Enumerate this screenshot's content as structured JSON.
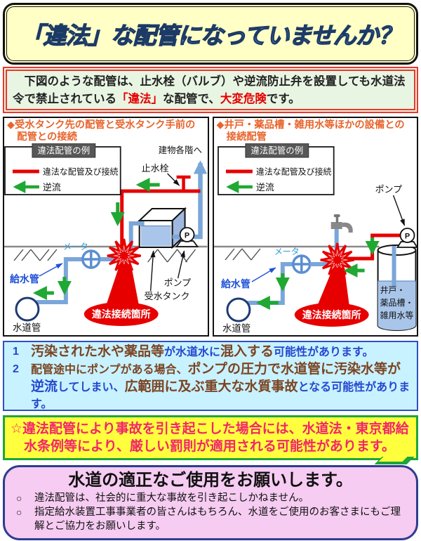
{
  "banner": {
    "title": "「違法」な配管になっていませんか？"
  },
  "alert": {
    "pre": "　下図のような配管は、止水栓（バルブ）や逆流防止弁を設置しても水道法令で禁止されている",
    "illegal": "「違法」",
    "mid": "な配管で、",
    "danger": "大変危険",
    "post": "です。"
  },
  "panels": {
    "left": {
      "heading_line1": "◆受水タンク先の配管と受水タンク手前の",
      "heading_line2": "配管との接続",
      "legend": {
        "title": "違法配管の例",
        "illegal_pipe": "違法な配管及び接続",
        "backflow": "逆流"
      },
      "labels": {
        "to_building": "建物各階へ",
        "stop_valve": "止水栓",
        "meter": "メータ",
        "supply_pipe": "給水管",
        "water_main": "水道管",
        "pump": "ポンプ",
        "pump_symbol": "P",
        "tank": "受水タンク",
        "illegal_point": "違法接続箇所"
      }
    },
    "right": {
      "heading_line1": "◆井戸・薬品槽・雑用水等ほかの設備との",
      "heading_line2": "接続配管",
      "legend": {
        "title": "違法配管の例",
        "illegal_pipe": "違法な配管及び接続",
        "backflow": "逆流"
      },
      "labels": {
        "pump": "ポンプ",
        "pump_symbol": "P",
        "meter": "メータ",
        "supply_pipe": "給水管",
        "water_main": "水道管",
        "illegal_point": "違法接続箇所",
        "tank_line1": "井戸・",
        "tank_line2": "薬品槽・",
        "tank_line3": "雑用水等"
      }
    }
  },
  "points": {
    "item1": {
      "no": "1",
      "s1": "汚染された水や薬品等",
      "s2": "が水道水に",
      "s3": "混入する",
      "s4": "可能性があります。"
    },
    "item2": {
      "no": "2",
      "s1": "配管途中にポンプがある場合、",
      "s2": "ポンプの圧力で水道管に汚染水等が",
      "s3": "逆流",
      "s4": "してしまい、",
      "s5": "広範囲に及ぶ重大な水質事故",
      "s6": "となる可能性があります。"
    }
  },
  "penalty": {
    "text": "☆違法配管により事故を引き起こした場合には、水道法・東京都給水条例等により、厳しい罰則が適用される可能性があります。"
  },
  "footer": {
    "title": "水道の適正なご使用をお願いします。",
    "marker": "○",
    "bullet1": "違法配管は、社会的に重大な事故を引き起こしかねません。",
    "bullet2": "指定給水装置工事事業者の皆さんはもちろん、水道をご使用のお客さまにもご理解とご協力をお願いします。"
  },
  "colors": {
    "banner_bg": "#FFFFC6",
    "title_blue": "#5584C8",
    "heading_orange": "#E8642C",
    "illegal_red": "#E60000",
    "backflow_green": "#1FA832",
    "pipe_blue": "#7AA7D9",
    "points_bg": "#C8F2FF",
    "points_brown": "#7B4423",
    "points_blue": "#2547CE",
    "penalty_bg": "#FFFF3E",
    "penalty_border": "#1DA43C",
    "penalty_pink": "#F1266B",
    "footer_bg": "#F6CCF2",
    "footer_border": "#2E3E8F"
  }
}
